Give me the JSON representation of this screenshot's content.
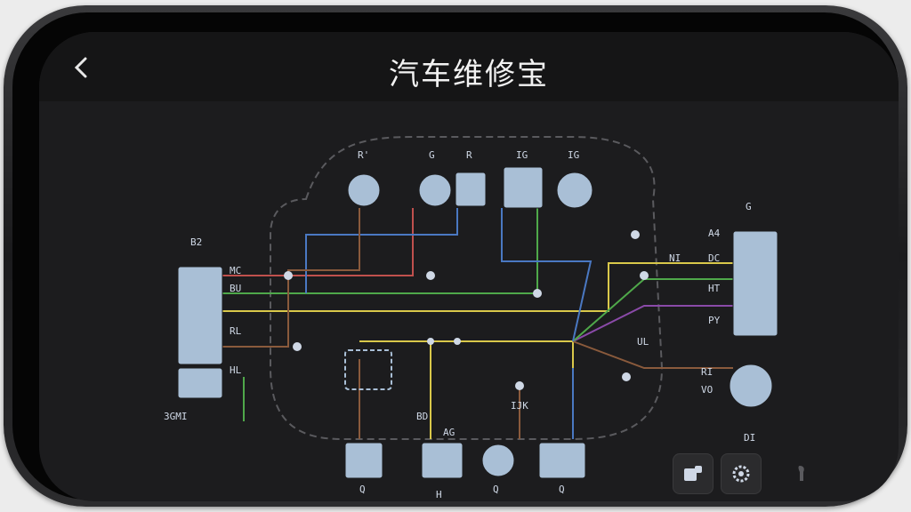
{
  "header": {
    "title": "汽车维修宝",
    "back_icon": "‹"
  },
  "diagram": {
    "labels": {
      "top_1": "R'",
      "top_2": "G",
      "top_3": "R",
      "top_4": "IG",
      "top_5": "IG",
      "left_top": "B2",
      "left_bottom": "3GMI",
      "wire_mc": "MC",
      "wire_bu": "BU",
      "wire_rl": "RL",
      "wire_hl": "HL",
      "right_top": "G",
      "right_a4": "A4",
      "right_nl": "NI",
      "right_dc": "DC",
      "right_ht": "HT",
      "right_py": "PY",
      "right_ri": "RI",
      "right_vo": "VO",
      "right_bottom": "DI",
      "mid_bd": "BD",
      "mid_ag": "AG",
      "mid_ul": "UL",
      "mid_ijk": "IJK",
      "bot_1": "Q",
      "bot_2": "H",
      "bot_3": "Q",
      "bot_4": "Q"
    }
  },
  "toolbar": {
    "fab_1_icon": "layers-icon",
    "fab_2_icon": "gear-icon",
    "fab_3_icon": "wrench-icon"
  },
  "colors": {
    "wire_yellow": "#d9c84a",
    "wire_green": "#4fa84a",
    "wire_red": "#c0504d",
    "wire_blue": "#4a78c2",
    "wire_brown": "#8a5a3c",
    "wire_purple": "#8a4aa8",
    "component_fill": "#a9bfd6"
  }
}
